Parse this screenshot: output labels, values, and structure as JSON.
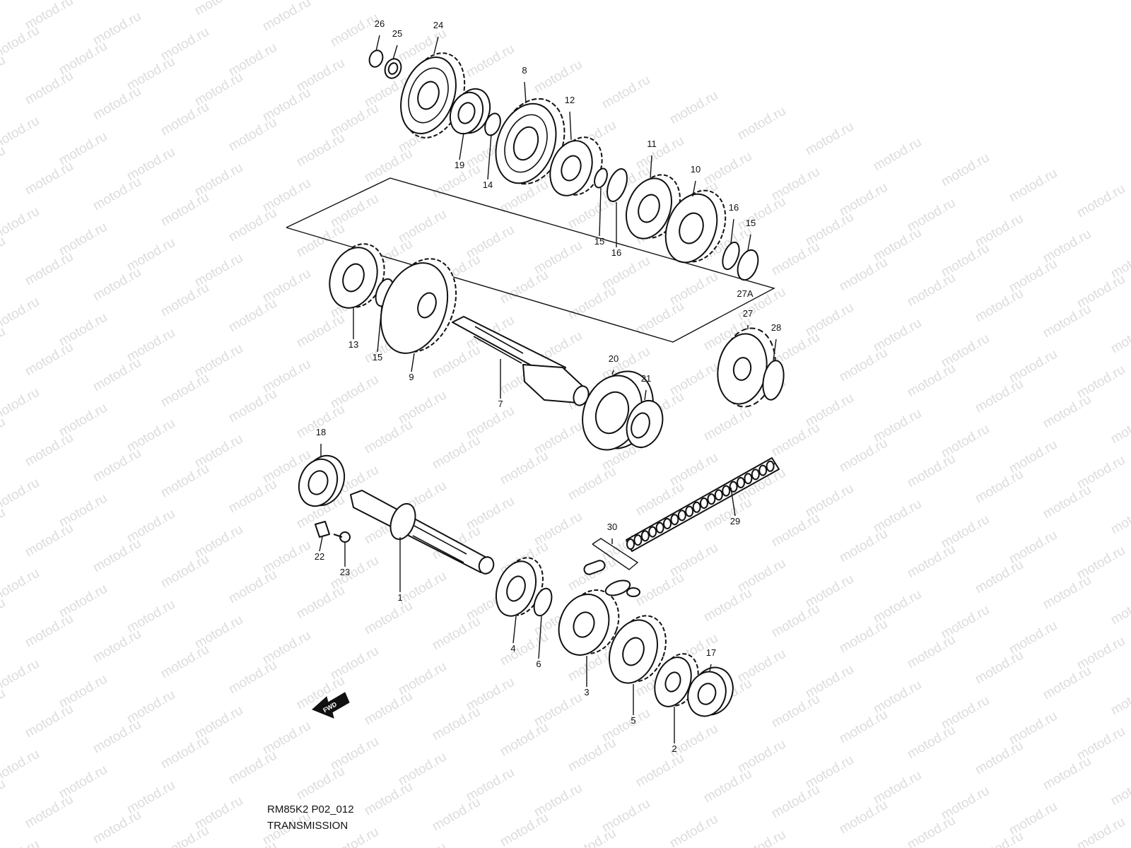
{
  "watermark": "motod.ru",
  "drawing_code": "RM85K2 P02_012",
  "title": "TRANSMISSION",
  "fwd_label": "FWD",
  "callouts": [
    "1",
    "2",
    "3",
    "4",
    "5",
    "6",
    "7",
    "8",
    "9",
    "10",
    "11",
    "12",
    "13",
    "14",
    "15",
    "16",
    "17",
    "18",
    "19",
    "20",
    "21",
    "22",
    "23",
    "24",
    "25",
    "26",
    "27",
    "27A",
    "28",
    "29",
    "30"
  ],
  "colors": {
    "line": "#111111",
    "watermark": "#dcdcdc",
    "background": "#ffffff"
  }
}
